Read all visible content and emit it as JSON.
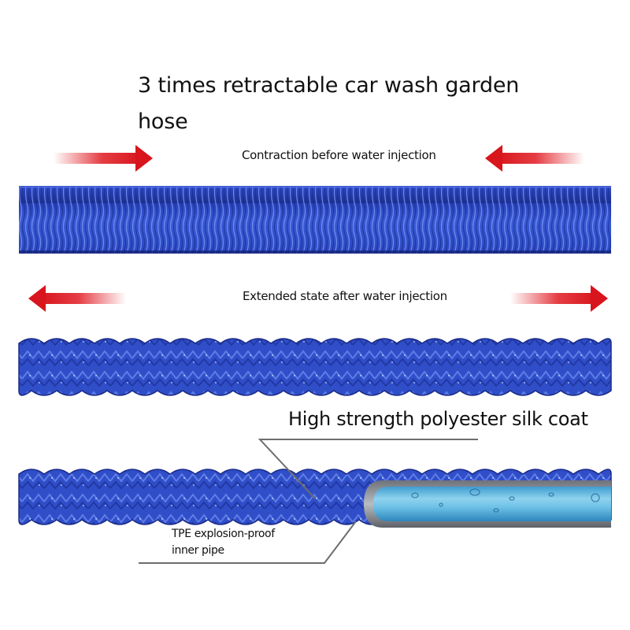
{
  "title": "3 times retractable car wash garden hose",
  "sections": {
    "contracted": {
      "caption": "Contraction before water injection",
      "arrow_direction": "inward"
    },
    "extended": {
      "caption": "Extended state after water injection",
      "arrow_direction": "outward"
    },
    "cutaway": {
      "outer_label": "High strength polyester silk coat",
      "inner_label_line1": "TPE explosion-proof",
      "inner_label_line2": "inner pipe"
    }
  },
  "colors": {
    "hose_blue": "#2d4bc4",
    "hose_highlight": "#6f8ff0",
    "hose_shadow": "#1a2a86",
    "arrow_red": "#e01a22",
    "inner_pipe": "#5fb8e0",
    "pipe_rim": "#8a8f96",
    "leader_line": "#6d6d6d"
  },
  "icons": {
    "arrow_left": "arrow-left-icon",
    "arrow_right": "arrow-right-icon"
  }
}
